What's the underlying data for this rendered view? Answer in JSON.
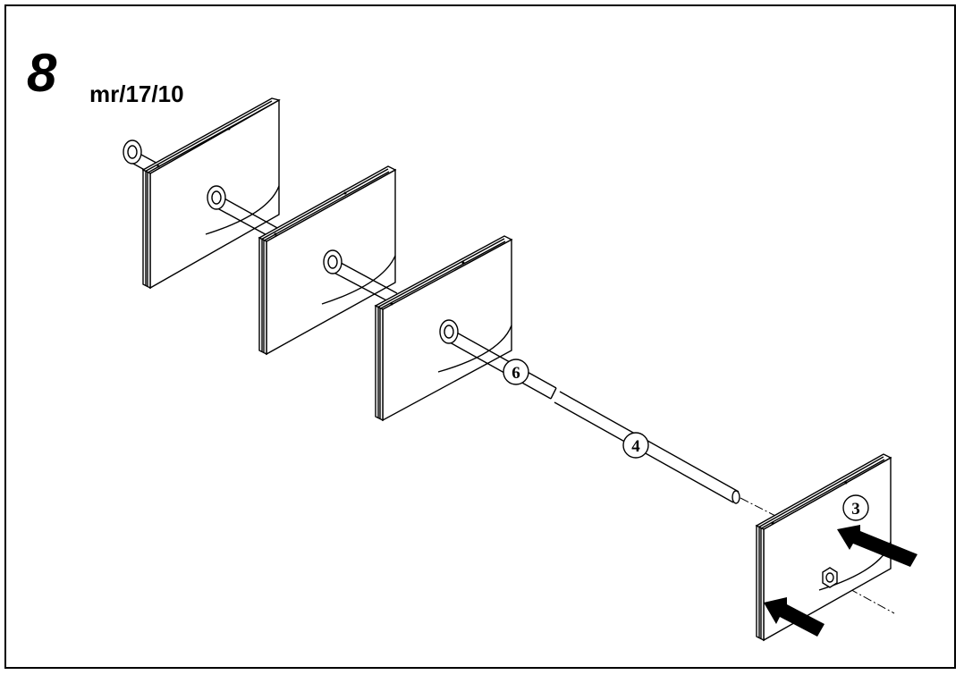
{
  "header": {
    "step_number": "8",
    "step_code": "mr/17/10"
  },
  "callouts": [
    {
      "id": "callout-6",
      "label": "6"
    },
    {
      "id": "callout-4",
      "label": "4"
    },
    {
      "id": "callout-3",
      "label": "3"
    }
  ],
  "colors": {
    "line": "#000000",
    "panel_fill": "#ffffff",
    "arrow_fill": "#000000"
  }
}
